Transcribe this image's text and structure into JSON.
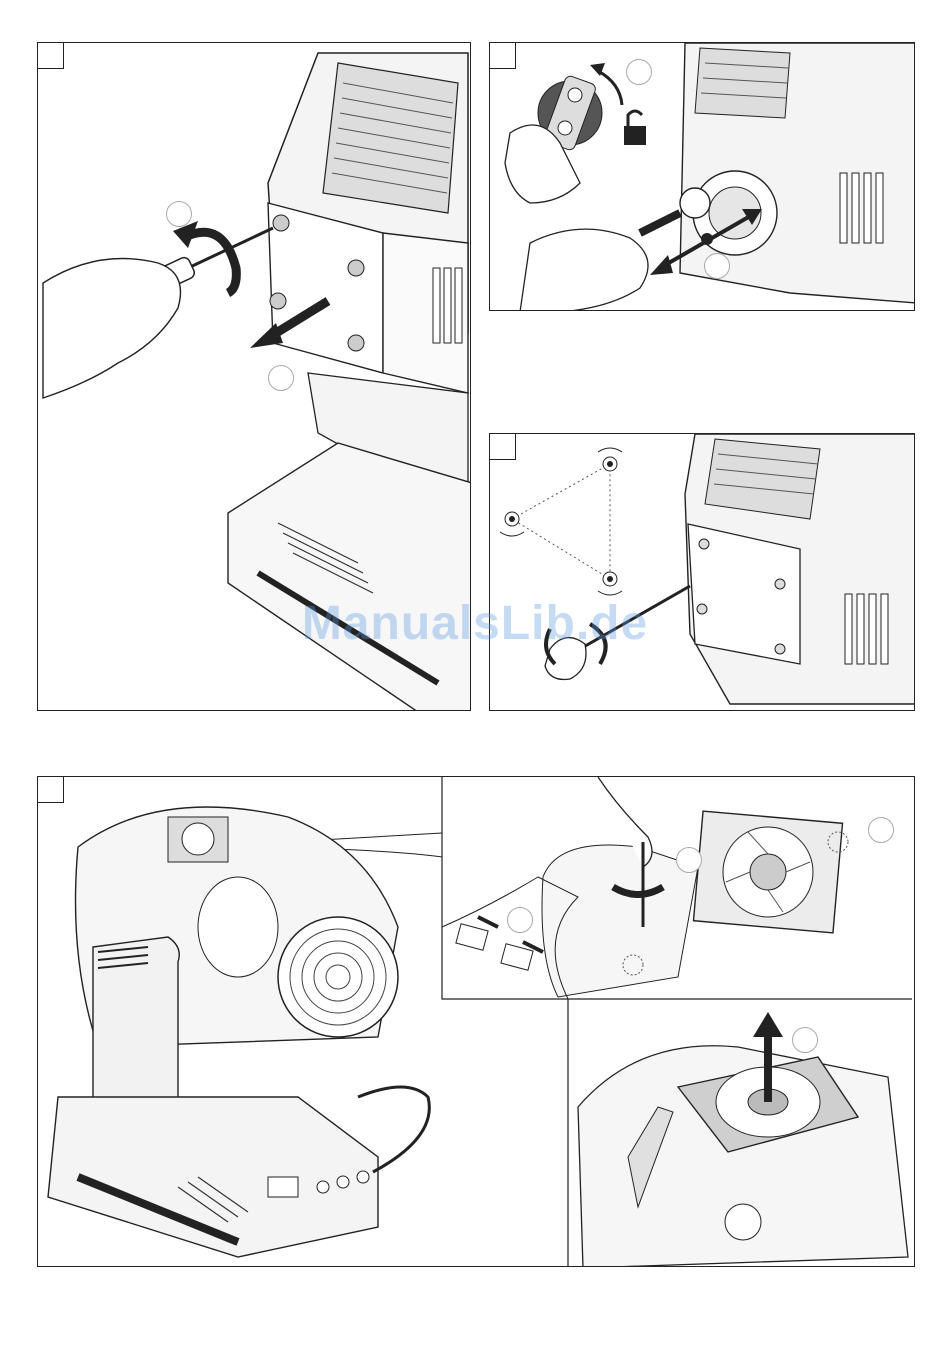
{
  "watermark": {
    "text": "ManualsLib.de",
    "color": "#5a96dc"
  },
  "panels": [
    {
      "id": "step-1",
      "corner_label": ""
    },
    {
      "id": "step-2",
      "corner_label": ""
    },
    {
      "id": "step-3",
      "corner_label": ""
    },
    {
      "id": "step-4",
      "corner_label": ""
    }
  ],
  "icons": [
    "screwdriver",
    "hand",
    "arrow",
    "padlock-open",
    "hex-key",
    "moving-head-fixture",
    "fan",
    "connector"
  ]
}
